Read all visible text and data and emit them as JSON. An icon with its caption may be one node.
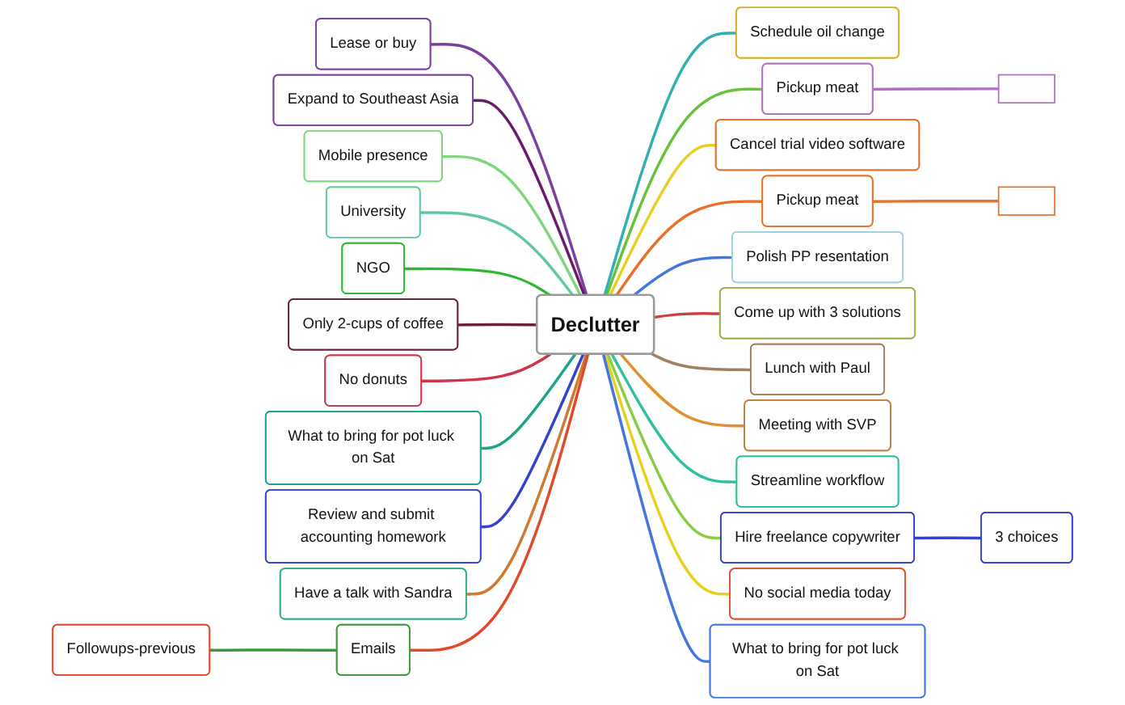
{
  "diagram": {
    "nodes": [
      {
        "text": [
          "Declutter"
        ]
      },
      {
        "text": [
          "Lease or buy"
        ]
      },
      {
        "text": [
          "Expand to Southeast Asia"
        ]
      },
      {
        "text": [
          "Mobile presence"
        ]
      },
      {
        "text": [
          "University"
        ]
      },
      {
        "text": [
          "NGO"
        ]
      },
      {
        "text": [
          "Only 2-cups of coffee"
        ]
      },
      {
        "text": [
          "No donuts"
        ]
      },
      {
        "text": [
          "What to bring for pot luck on Sat"
        ]
      },
      {
        "text": [
          "Review and submit accounting homework"
        ]
      },
      {
        "text": [
          "Have a talk with Sandra"
        ]
      },
      {
        "text": [
          "Emails"
        ]
      },
      {
        "text": [
          "Followups-previous"
        ]
      },
      {
        "text": [
          "Schedule oil change"
        ]
      },
      {
        "text": [
          "Pickup meat"
        ]
      },
      {
        "text": [],
        "shape": "box"
      },
      {
        "text": [
          "Cancel trial video software"
        ]
      },
      {
        "text": [
          "Pickup meat"
        ]
      },
      {
        "text": [],
        "shape": "box"
      },
      {
        "text": [
          "Polish PP resentation"
        ]
      },
      {
        "text": [
          "Come up with 3 solutions"
        ]
      },
      {
        "text": [
          "Lunch with Paul"
        ]
      },
      {
        "text": [
          "Meeting with SVP"
        ]
      },
      {
        "text": [
          "Streamline workflow"
        ]
      },
      {
        "text": [
          "Hire freelance copywriter"
        ]
      },
      {
        "text": [
          "3 choices"
        ]
      },
      {
        "text": [
          "No social media today"
        ]
      },
      {
        "text": [
          "What to bring for pot luck on Sat"
        ]
      }
    ],
    "edges": [
      {
        "from": 0,
        "to": 1,
        "arrow": "none",
        "color": "#7b3f9e"
      },
      {
        "from": 0,
        "to": 2,
        "arrow": "none",
        "color": "#6a1b6a"
      },
      {
        "from": 0,
        "to": 3,
        "arrow": "none",
        "color": "#7fd67f"
      },
      {
        "from": 0,
        "to": 4,
        "arrow": "none",
        "color": "#5fc9a0"
      },
      {
        "from": 0,
        "to": 5,
        "arrow": "none",
        "color": "#2eb82e"
      },
      {
        "from": 0,
        "to": 6,
        "arrow": "none",
        "color": "#6b1f3f"
      },
      {
        "from": 0,
        "to": 7,
        "arrow": "none",
        "color": "#d0344a"
      },
      {
        "from": 0,
        "to": 8,
        "arrow": "none",
        "color": "#1aa58a"
      },
      {
        "from": 0,
        "to": 9,
        "arrow": "none",
        "color": "#3344cc"
      },
      {
        "from": 0,
        "to": 10,
        "arrow": "none",
        "color": "#d07a30"
      },
      {
        "from": 0,
        "to": 11,
        "arrow": "none",
        "color": "#e04a2a"
      },
      {
        "from": 11,
        "to": 12,
        "arrow": "none",
        "color": "#3a9a3a"
      },
      {
        "from": 0,
        "to": 13,
        "arrow": "none",
        "color": "#30b0b0"
      },
      {
        "from": 0,
        "to": 14,
        "arrow": "none",
        "color": "#66c23a"
      },
      {
        "from": 14,
        "to": 15,
        "arrow": "none",
        "color": "#b070c0"
      },
      {
        "from": 0,
        "to": 16,
        "arrow": "none",
        "color": "#e8d020"
      },
      {
        "from": 0,
        "to": 17,
        "arrow": "none",
        "color": "#e8702a"
      },
      {
        "from": 17,
        "to": 18,
        "arrow": "none",
        "color": "#e8702a"
      },
      {
        "from": 0,
        "to": 19,
        "arrow": "none",
        "color": "#4477dd"
      },
      {
        "from": 0,
        "to": 20,
        "arrow": "none",
        "color": "#d04040"
      },
      {
        "from": 0,
        "to": 21,
        "arrow": "none",
        "color": "#a08060"
      },
      {
        "from": 0,
        "to": 22,
        "arrow": "none",
        "color": "#e09030"
      },
      {
        "from": 0,
        "to": 23,
        "arrow": "none",
        "color": "#30c0a0"
      },
      {
        "from": 0,
        "to": 24,
        "arrow": "none",
        "color": "#88cc44"
      },
      {
        "from": 24,
        "to": 25,
        "arrow": "none",
        "color": "#3344cc"
      },
      {
        "from": 0,
        "to": 26,
        "arrow": "none",
        "color": "#e8d020"
      },
      {
        "from": 0,
        "to": 27,
        "arrow": "none",
        "color": "#4477dd"
      }
    ]
  }
}
